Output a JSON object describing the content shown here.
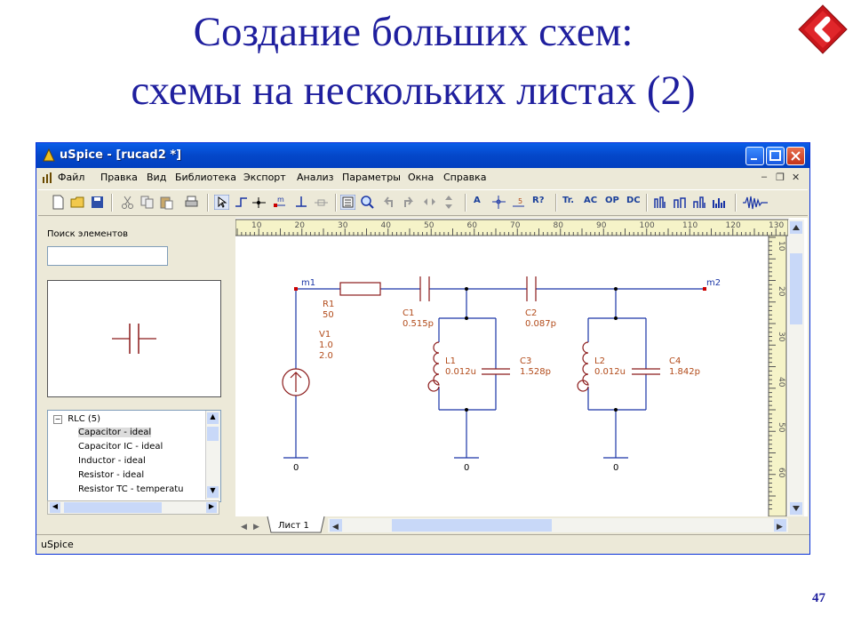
{
  "slide": {
    "title_line1": "Создание больших схем:",
    "title_line2": "схемы на нескольких листах (2)",
    "page_number": "47"
  },
  "window": {
    "title": "uSpice - [rucad2 *]",
    "menu": [
      "Файл",
      "Правка",
      "Вид",
      "Библиотека",
      "Экспорт",
      "Анализ",
      "Параметры",
      "Окна",
      "Справка"
    ],
    "toolbar_text_buttons": [
      "A",
      "R?",
      "Tr.",
      "AC",
      "OP",
      "DC"
    ],
    "status_text": "uSpice"
  },
  "left_panel": {
    "search_label": "Поиск элементов",
    "search_value": "",
    "tree_group": "RLC (5)",
    "tree_items": [
      "Capacitor - ideal",
      "Capacitor IC - ideal",
      "Inductor - ideal",
      "Resistor - ideal",
      "Resistor TC - temperatu"
    ],
    "selected_index": 0
  },
  "ruler": {
    "top_ticks": [
      "10",
      "20",
      "30",
      "40",
      "50",
      "60",
      "70",
      "80",
      "90",
      "100",
      "110",
      "120",
      "130"
    ],
    "left_ticks": [
      "10",
      "20",
      "30",
      "40",
      "50",
      "60"
    ]
  },
  "sheet_tab": "Лист 1",
  "schematic": {
    "nodes": {
      "m1": "m1",
      "m2": "m2"
    },
    "R1": {
      "name": "R1",
      "value": "50"
    },
    "V1": {
      "name": "V1",
      "value1": "1.0",
      "value2": "2.0"
    },
    "C1": {
      "name": "C1",
      "value": "0.515p"
    },
    "C2": {
      "name": "C2",
      "value": "0.087p"
    },
    "L1": {
      "name": "L1",
      "value": "0.012u"
    },
    "C3": {
      "name": "C3",
      "value": "1.528p"
    },
    "L2": {
      "name": "L2",
      "value": "0.012u"
    },
    "C4": {
      "name": "C4",
      "value": "1.842p"
    },
    "ground_label": "0"
  },
  "colors": {
    "title_blue": "#1f1f9e",
    "wire": "#1a35a6",
    "component": "#8b1a1a",
    "label": "#b24b1a",
    "ruler_yellow": "#f5f3c8"
  }
}
